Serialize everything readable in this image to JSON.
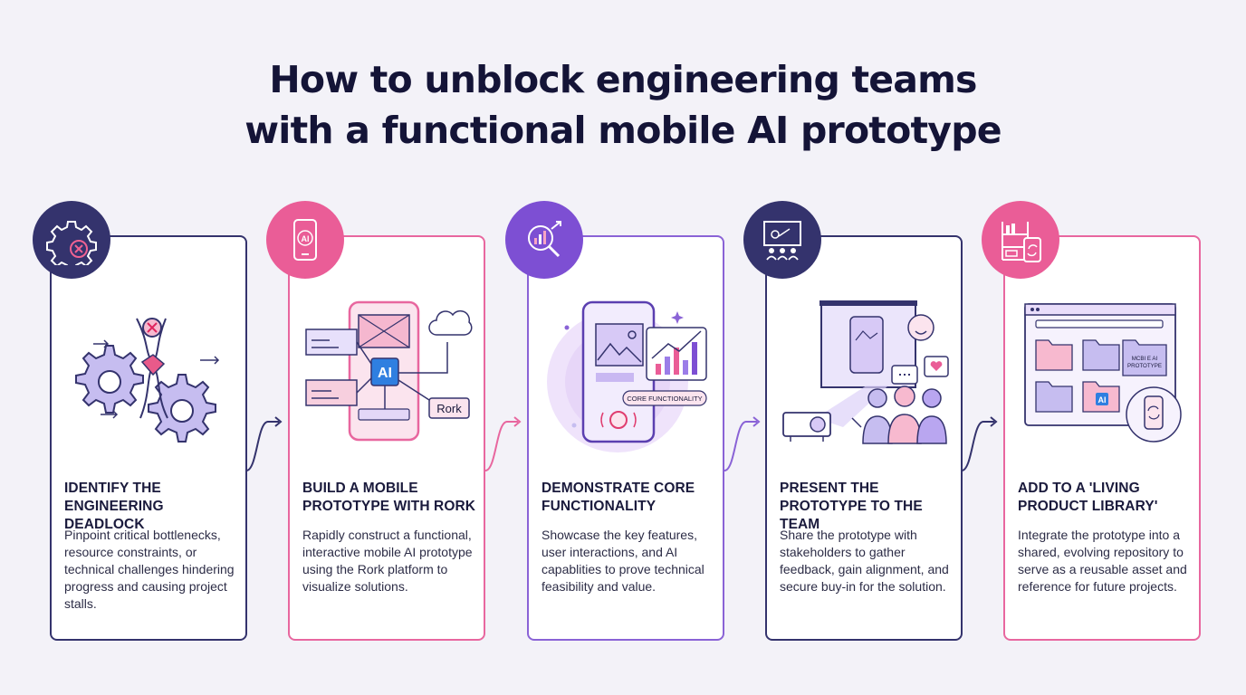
{
  "title": {
    "line1": "How to unblock engineering teams",
    "line2": "with a functional mobile AI prototype"
  },
  "steps": [
    {
      "title": "IDENTIFY THE ENGINEERING DEADLOCK",
      "description": "Pinpoint critical bottlenecks, resource constraints, or technical challenges hindering progress and causing project stalls.",
      "badge_icon": "gear-error-icon",
      "accent": "#34336d"
    },
    {
      "title": "BUILD A MOBILE PROTOTYPE WITH RORK",
      "description": "Rapidly construct a functional, interactive mobile AI prototype using the Rork platform to visualize solutions.",
      "badge_icon": "ai-phone-icon",
      "accent": "#e8679f",
      "illustration_labels": {
        "chip": "AI",
        "platform": "Rork"
      }
    },
    {
      "title": "DEMONSTRATE CORE FUNCTIONALITY",
      "description": "Showcase the key features, user interactions, and AI capablities to prove technical feasibility and value.",
      "badge_icon": "magnifier-chart-icon",
      "accent": "#8a63d6",
      "illustration_labels": {
        "tag": "CORE FUNCTIONALITY"
      }
    },
    {
      "title": "PRESENT THE PROTOTYPE TO THE TEAM",
      "description": "Share the prototype with stakeholders to gather feedback, gain alignment, and secure buy-in for the solution.",
      "badge_icon": "presentation-icon",
      "accent": "#34336d"
    },
    {
      "title": "ADD TO A 'LIVING PRODUCT LIBRARY'",
      "description": "Integrate the prototype into a shared, evolving repository to serve as a reusable asset and reference for future projects.",
      "badge_icon": "library-icon",
      "accent": "#e8679f",
      "illustration_labels": {
        "folder": "MOBILE AI PROTOTYPE",
        "chip": "AI"
      }
    }
  ]
}
